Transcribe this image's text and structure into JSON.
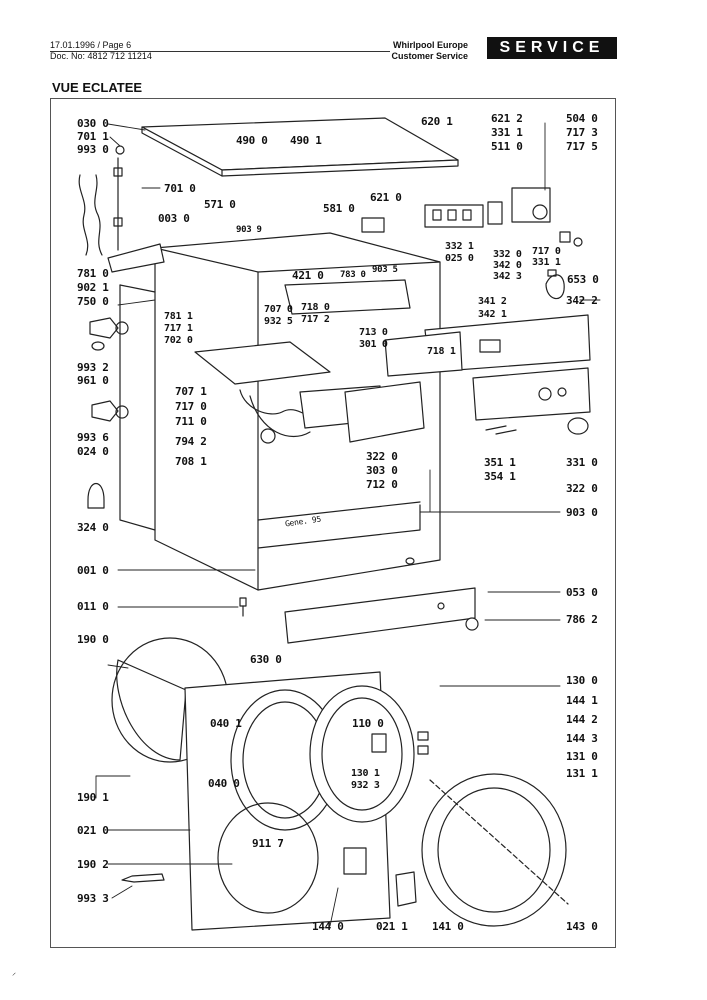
{
  "header": {
    "date_page": "17.01.1996 / Page 6",
    "doc_no": "Doc. No: 4812 712 11214",
    "company": "Whirlpool Europe",
    "department": "Customer Service",
    "badge": "SERVICE"
  },
  "title": "VUE ECLATEE",
  "cabinet_stamp": "Gene. 95",
  "corner_mark": "⸝",
  "callouts": [
    {
      "id": "c0300",
      "text": "030 0"
    },
    {
      "id": "c7011",
      "text": "701 1"
    },
    {
      "id": "c9930",
      "text": "993 0"
    },
    {
      "id": "c4900",
      "text": "490 0"
    },
    {
      "id": "c4901",
      "text": "490 1"
    },
    {
      "id": "c6201",
      "text": "620 1"
    },
    {
      "id": "c6212",
      "text": "621 2"
    },
    {
      "id": "c3311",
      "text": "331 1"
    },
    {
      "id": "c5110",
      "text": "511 0"
    },
    {
      "id": "c5040",
      "text": "504 0"
    },
    {
      "id": "c7173",
      "text": "717 3"
    },
    {
      "id": "c7175",
      "text": "717 5"
    },
    {
      "id": "c7010",
      "text": "701 0"
    },
    {
      "id": "c5710",
      "text": "571 0"
    },
    {
      "id": "c5810",
      "text": "581 0"
    },
    {
      "id": "c6210",
      "text": "621 0"
    },
    {
      "id": "c0030",
      "text": "003 0"
    },
    {
      "id": "c9039",
      "text": "903 9"
    },
    {
      "id": "c3321",
      "text": "332 1"
    },
    {
      "id": "c0250",
      "text": "025 0"
    },
    {
      "id": "c3320",
      "text": "332 0"
    },
    {
      "id": "c3420",
      "text": "342 0"
    },
    {
      "id": "c3423",
      "text": "342 3"
    },
    {
      "id": "c7170",
      "text": "717 0"
    },
    {
      "id": "c3311b",
      "text": "331 1"
    },
    {
      "id": "c6530",
      "text": "653 0"
    },
    {
      "id": "c7810",
      "text": "781 0"
    },
    {
      "id": "c9021",
      "text": "902 1"
    },
    {
      "id": "c7500",
      "text": "750 0"
    },
    {
      "id": "c4210",
      "text": "421 0"
    },
    {
      "id": "c7830",
      "text": "783 0"
    },
    {
      "id": "c9035",
      "text": "903 5"
    },
    {
      "id": "c3412",
      "text": "341 2"
    },
    {
      "id": "c3422",
      "text": "342 2"
    },
    {
      "id": "c3421",
      "text": "342 1"
    },
    {
      "id": "c7811",
      "text": "781 1"
    },
    {
      "id": "c7171",
      "text": "717 1"
    },
    {
      "id": "c7020",
      "text": "702 0"
    },
    {
      "id": "c7070",
      "text": "707 0"
    },
    {
      "id": "c9325",
      "text": "932 5"
    },
    {
      "id": "c7180",
      "text": "718 0"
    },
    {
      "id": "c7172",
      "text": "717 2"
    },
    {
      "id": "c7130",
      "text": "713 0"
    },
    {
      "id": "c3010",
      "text": "301 0"
    },
    {
      "id": "c7181",
      "text": "718 1"
    },
    {
      "id": "c9932",
      "text": "993 2"
    },
    {
      "id": "c9610",
      "text": "961 0"
    },
    {
      "id": "c7071",
      "text": "707 1"
    },
    {
      "id": "c7170b",
      "text": "717 0"
    },
    {
      "id": "c7110",
      "text": "711 0"
    },
    {
      "id": "c7942",
      "text": "794 2"
    },
    {
      "id": "c7081",
      "text": "708 1"
    },
    {
      "id": "c9936",
      "text": "993 6"
    },
    {
      "id": "c0240",
      "text": "024 0"
    },
    {
      "id": "c3220",
      "text": "322 0"
    },
    {
      "id": "c3030",
      "text": "303 0"
    },
    {
      "id": "c7120",
      "text": "712 0"
    },
    {
      "id": "c3511",
      "text": "351 1"
    },
    {
      "id": "c3541",
      "text": "354 1"
    },
    {
      "id": "c3310",
      "text": "331 0"
    },
    {
      "id": "c3220b",
      "text": "322 0"
    },
    {
      "id": "c9030",
      "text": "903 0"
    },
    {
      "id": "c3240",
      "text": "324 0"
    },
    {
      "id": "c0010",
      "text": "001 0"
    },
    {
      "id": "c0530",
      "text": "053 0"
    },
    {
      "id": "c0110",
      "text": "011 0"
    },
    {
      "id": "c7862",
      "text": "786 2"
    },
    {
      "id": "c1900",
      "text": "190 0"
    },
    {
      "id": "c6300",
      "text": "630 0"
    },
    {
      "id": "c1300",
      "text": "130 0"
    },
    {
      "id": "c1441",
      "text": "144 1"
    },
    {
      "id": "c1442",
      "text": "144 2"
    },
    {
      "id": "c0401",
      "text": "040 1"
    },
    {
      "id": "c1100",
      "text": "110 0"
    },
    {
      "id": "c1443",
      "text": "144 3"
    },
    {
      "id": "c1310",
      "text": "131 0"
    },
    {
      "id": "c1301",
      "text": "130 1"
    },
    {
      "id": "c0400",
      "text": "040 0"
    },
    {
      "id": "c9323",
      "text": "932 3"
    },
    {
      "id": "c1311",
      "text": "131 1"
    },
    {
      "id": "c1901",
      "text": "190 1"
    },
    {
      "id": "c0210",
      "text": "021 0"
    },
    {
      "id": "c9117",
      "text": "911 7"
    },
    {
      "id": "c1902",
      "text": "190 2"
    },
    {
      "id": "c9933",
      "text": "993 3"
    },
    {
      "id": "c1440",
      "text": "144 0"
    },
    {
      "id": "c0211",
      "text": "021 1"
    },
    {
      "id": "c1410",
      "text": "141 0"
    },
    {
      "id": "c1430",
      "text": "143 0"
    }
  ]
}
